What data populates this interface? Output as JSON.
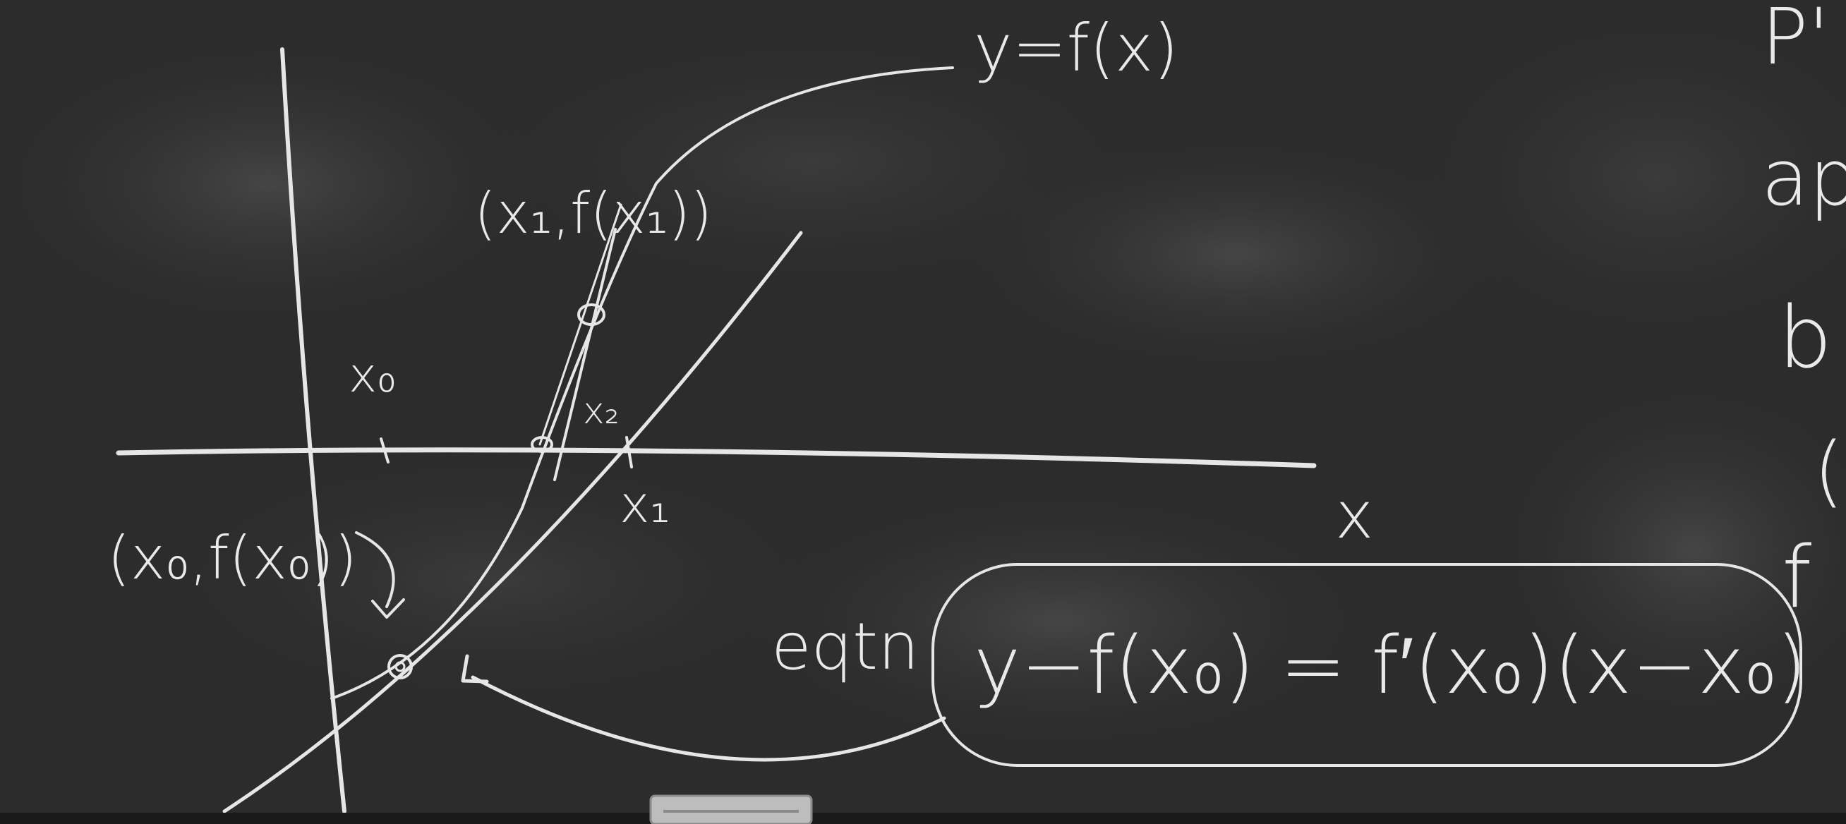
{
  "labels": {
    "curve_label": "y=f(x)",
    "point1": "(x₁,f(x₁))",
    "point0": "(x₀,f(x₀))",
    "x0": "x₀",
    "x1": "x₁",
    "x2": "x₂",
    "x_axis": "x",
    "eq_prefix": "eqtn",
    "equation": "y−f(x₀) = f′(x₀)(x−x₀)"
  },
  "right_edge_fragments": [
    "P'",
    "ap",
    "b",
    "(",
    "f"
  ],
  "colors": {
    "board": "#2c2c2c",
    "chalk": "#e8e8e8",
    "tray": "#bdbdbd"
  }
}
